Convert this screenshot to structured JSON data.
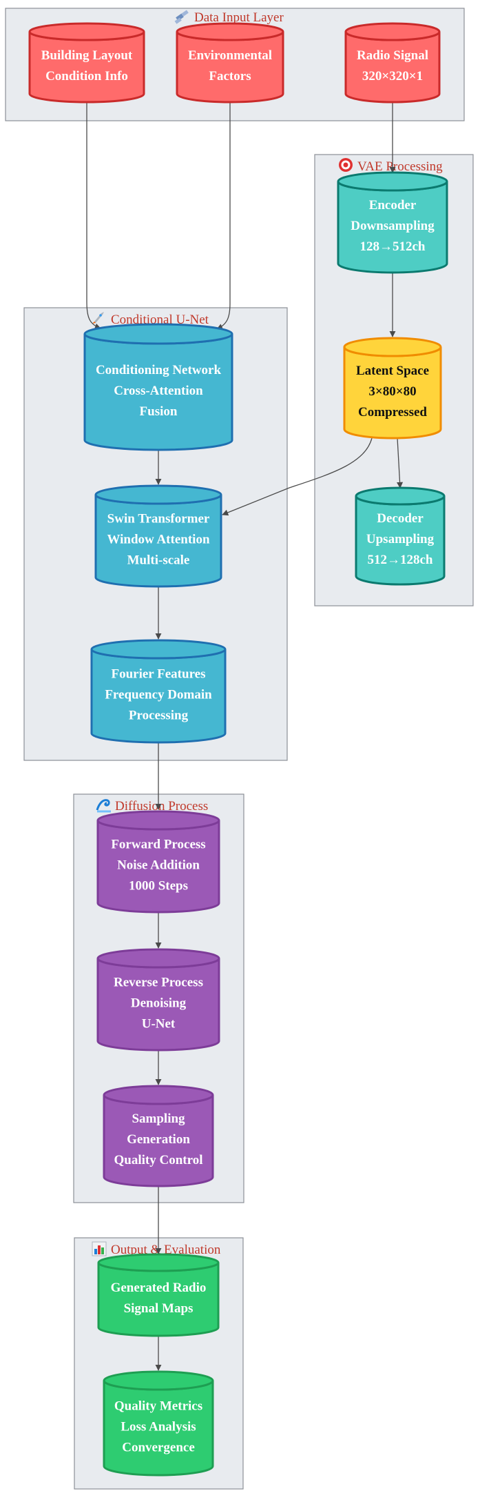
{
  "clusters": {
    "input": {
      "title": "Data Input Layer",
      "icon": "satellite-icon"
    },
    "unet": {
      "title": "Conditional U-Net",
      "icon": "rocket-icon"
    },
    "vae": {
      "title": "VAE Processing",
      "icon": "target-icon"
    },
    "diffusion": {
      "title": "Diffusion Process",
      "icon": "wave-icon"
    },
    "output": {
      "title": "Output & Evaluation",
      "icon": "bar-chart-icon"
    }
  },
  "nodes": {
    "building": {
      "lines": [
        "Building Layout",
        "Condition Info"
      ]
    },
    "environment": {
      "lines": [
        "Environmental",
        "Factors"
      ]
    },
    "radio": {
      "lines": [
        "Radio Signal",
        "320×320×1"
      ]
    },
    "encoder": {
      "lines": [
        "Encoder",
        "Downsampling",
        "128→512ch"
      ]
    },
    "latent": {
      "lines": [
        "Latent Space",
        "3×80×80",
        "Compressed"
      ]
    },
    "decoder": {
      "lines": [
        "Decoder",
        "Upsampling",
        "512→128ch"
      ]
    },
    "conditioning": {
      "lines": [
        "Conditioning Network",
        "Cross-Attention",
        "Fusion"
      ]
    },
    "swin": {
      "lines": [
        "Swin Transformer",
        "Window Attention",
        "Multi-scale"
      ]
    },
    "fourier": {
      "lines": [
        "Fourier Features",
        "Frequency Domain",
        "Processing"
      ]
    },
    "forward": {
      "lines": [
        "Forward Process",
        "Noise Addition",
        "1000 Steps"
      ]
    },
    "reverse": {
      "lines": [
        "Reverse Process",
        "Denoising",
        "U-Net"
      ]
    },
    "sampling": {
      "lines": [
        "Sampling",
        "Generation",
        "Quality Control"
      ]
    },
    "generated": {
      "lines": [
        "Generated Radio",
        "Signal Maps"
      ]
    },
    "metrics": {
      "lines": [
        "Quality Metrics",
        "Loss Analysis",
        "Convergence"
      ]
    }
  },
  "colors": {
    "input_fill": "#ff6b6b",
    "input_stroke": "#c92a2a",
    "vae_fill": "#4ecdc4",
    "vae_stroke": "#0b7a6f",
    "latent_fill": "#ffd43b",
    "latent_stroke": "#f08c00",
    "unet_fill": "#45b7d1",
    "unet_stroke": "#1f6fb0",
    "diffusion_fill": "#9b59b6",
    "diffusion_stroke": "#7d3c98",
    "output_fill": "#2ecc71",
    "output_stroke": "#1e9e52",
    "cluster_title": "#c0392b"
  }
}
